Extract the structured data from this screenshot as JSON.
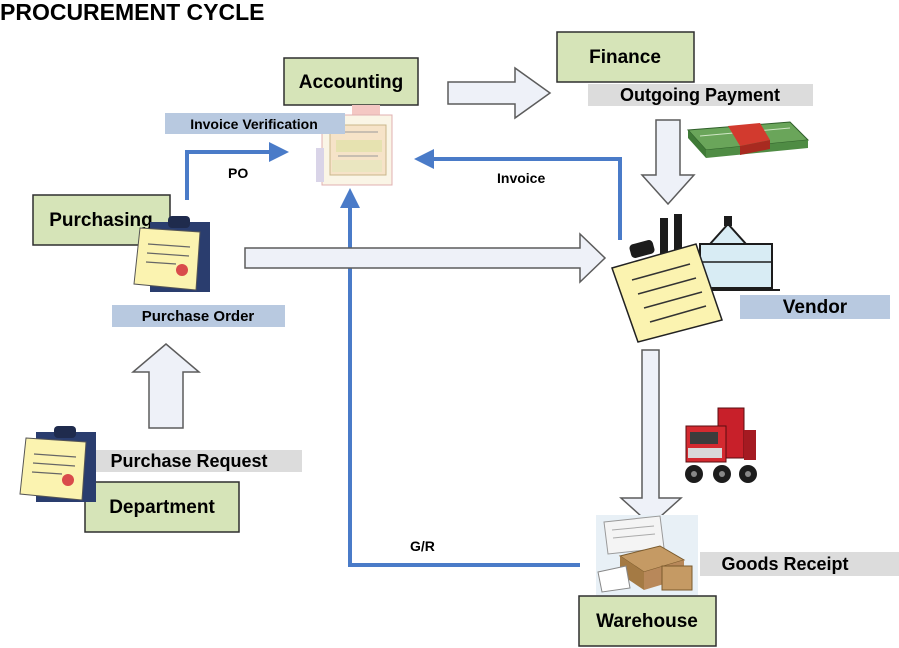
{
  "title": "PROCUREMENT CYCLE",
  "nodes": {
    "accounting": "Accounting",
    "finance": "Finance",
    "purchasing": "Purchasing",
    "vendor": "Vendor",
    "department": "Department",
    "warehouse": "Warehouse"
  },
  "labels": {
    "invoice_verification": "Invoice Verification",
    "outgoing_payment": "Outgoing Payment",
    "purchase_order": "Purchase Order",
    "purchase_request": "Purchase Request",
    "goods_receipt": "Goods Receipt"
  },
  "flows": {
    "po": "PO",
    "invoice": "Invoice",
    "gr": "G/R"
  },
  "colors": {
    "node_fill": "#d6e4b8",
    "node_border": "#2f2f2f",
    "label_blue": "#b8c9e0",
    "label_gray": "#dcdcdc",
    "flow_blue": "#4a7bc8",
    "arrow_fill": "#eef1f8",
    "arrow_stroke": "#5c5c5c"
  }
}
